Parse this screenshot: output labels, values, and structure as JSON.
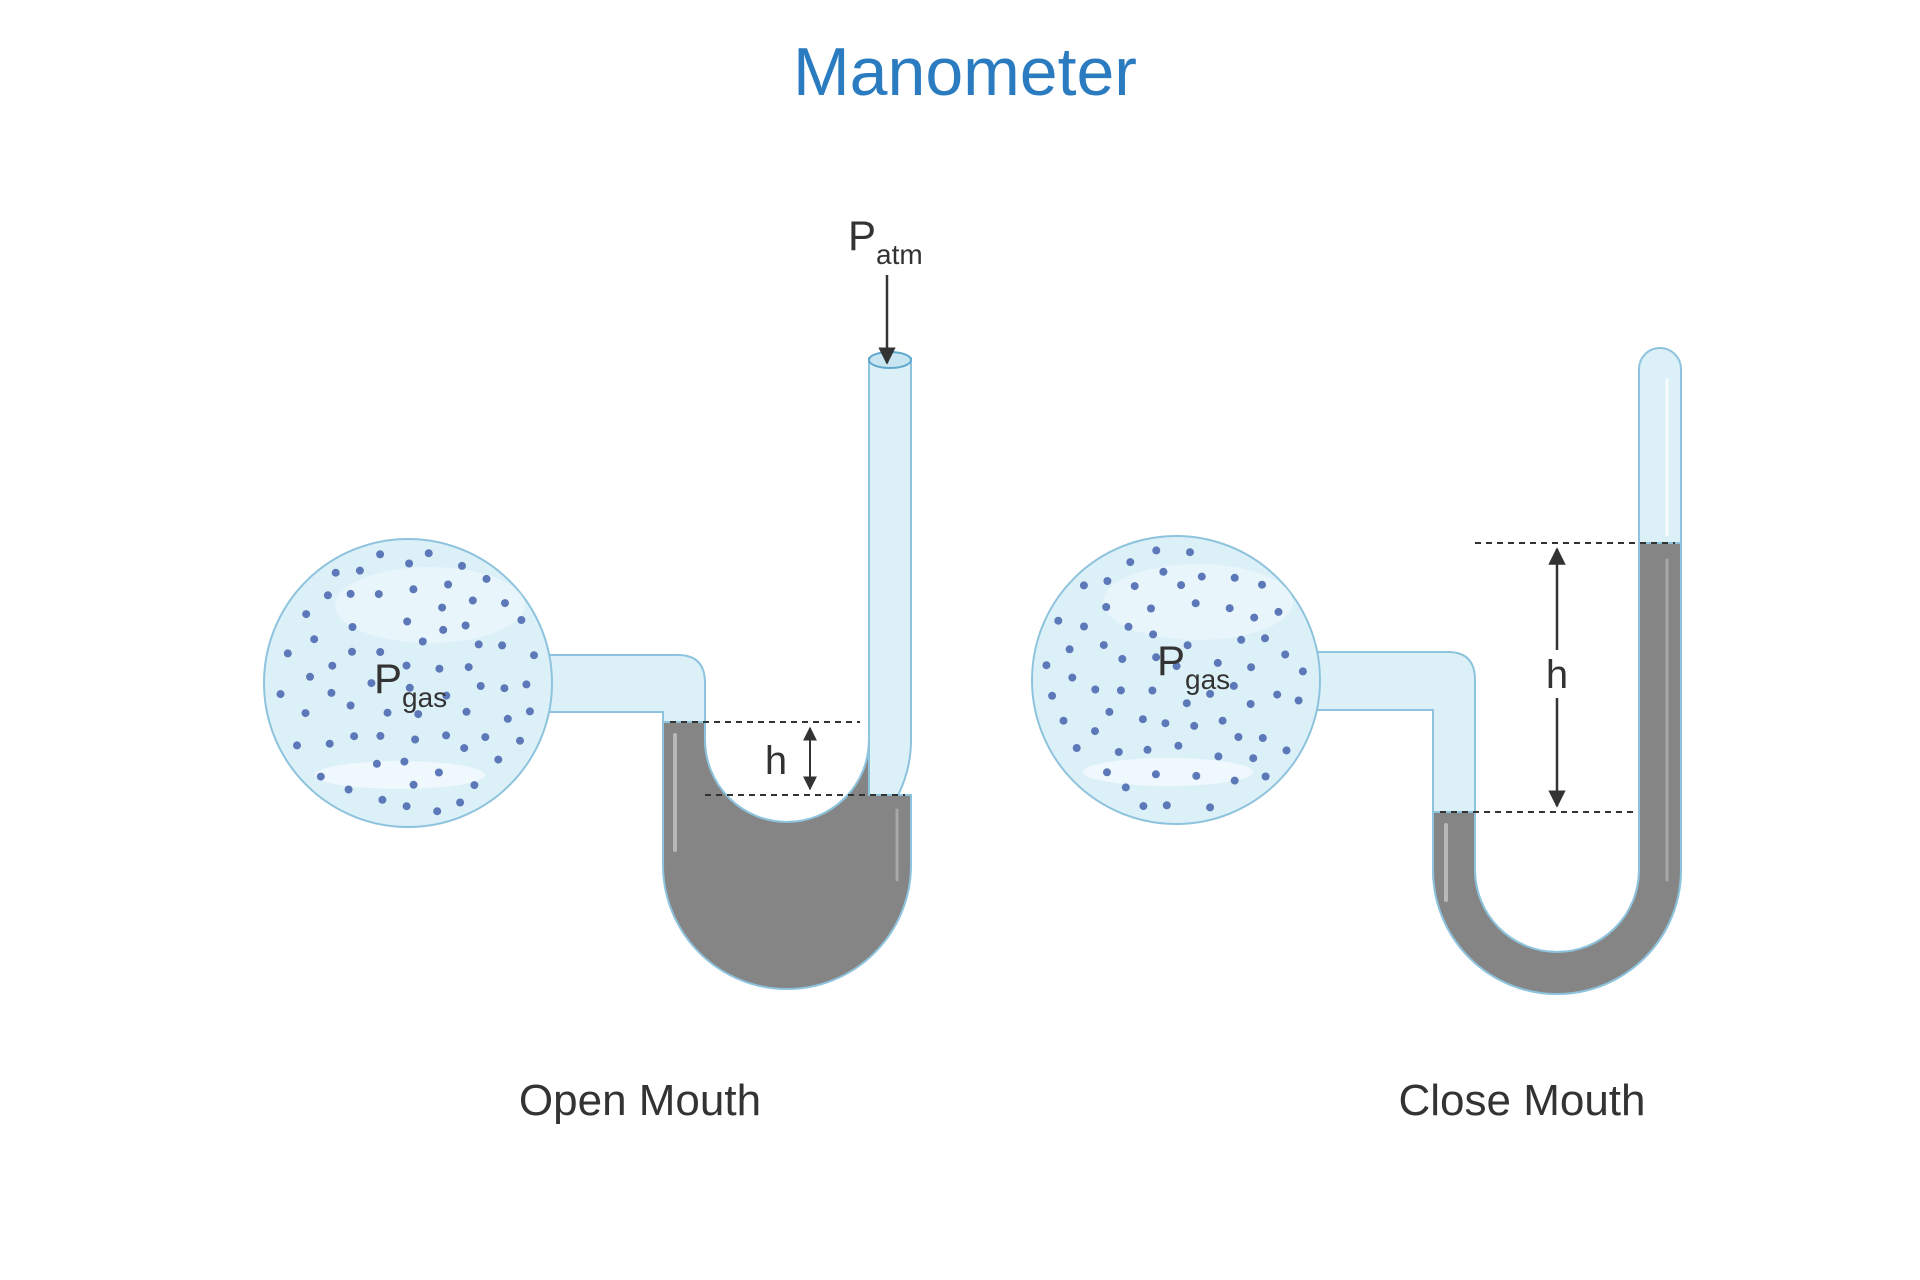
{
  "title": "Manometer",
  "colors": {
    "title": "#2a7bbf",
    "text": "#333333",
    "glass_fill": "#dcf0f8",
    "glass_stroke": "#8ec3dd",
    "mercury": "#858585",
    "molecule": "#5d78b8",
    "arrow": "#333333"
  },
  "open_mouth": {
    "caption": "Open Mouth",
    "gas_label": {
      "main": "P",
      "sub": "gas"
    },
    "atm_label": {
      "main": "P",
      "sub": "atm"
    },
    "height_label": "h"
  },
  "close_mouth": {
    "caption": "Close Mouth",
    "gas_label": {
      "main": "P",
      "sub": "gas"
    },
    "height_label": "h"
  }
}
